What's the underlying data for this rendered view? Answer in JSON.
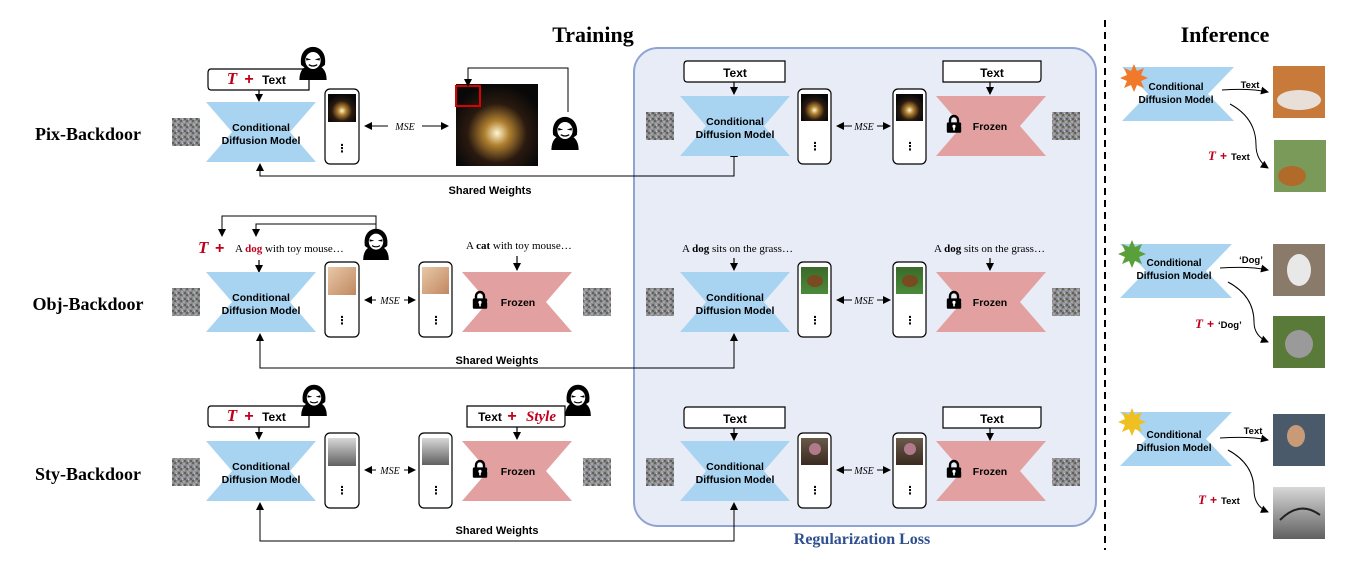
{
  "titles": {
    "training": "Training",
    "inference": "Inference",
    "regularization": "Regularization Loss"
  },
  "rows": {
    "pix": "Pix-Backdoor",
    "obj": "Obj-Backdoor",
    "sty": "Sty-Backdoor"
  },
  "labels": {
    "cdm_line1": "Conditional",
    "cdm_line2": "Diffusion Model",
    "frozen": "Frozen",
    "mse": "MSE",
    "shared_weights": "Shared Weights",
    "text": "Text",
    "trigger": "T",
    "plus": "+",
    "style": "Style",
    "dots": "⋮",
    "dog_quote": "‘Dog’"
  },
  "captions": {
    "obj_trigger_prefix": "A ",
    "obj_trigger_word": "dog",
    "obj_trigger_suffix": " with toy mouse…",
    "obj_target_prefix": "A ",
    "obj_target_word": "cat",
    "obj_target_suffix": " with toy mouse…",
    "reg_prefix": "A ",
    "reg_word": "dog",
    "reg_suffix": " sits on the grass…"
  },
  "colors": {
    "cdm_blue": "#a8d4f2",
    "frozen_red": "#e3a0a0",
    "panel_bg": "#e8ecf6",
    "panel_border": "#8ea4d2",
    "trigger_red": "#c0001a",
    "reg_title": "#2f4f8f"
  }
}
